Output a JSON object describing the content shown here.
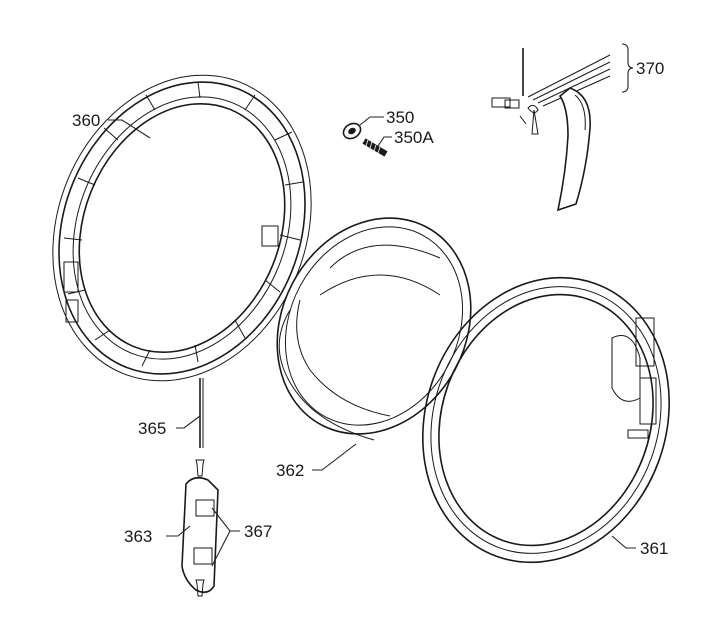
{
  "diagram": {
    "callouts": {
      "c360": "360",
      "c350": "350",
      "c350a": "350A",
      "c370": "370",
      "c365": "365",
      "c362": "362",
      "c363": "363",
      "c367": "367",
      "c361": "361"
    }
  }
}
